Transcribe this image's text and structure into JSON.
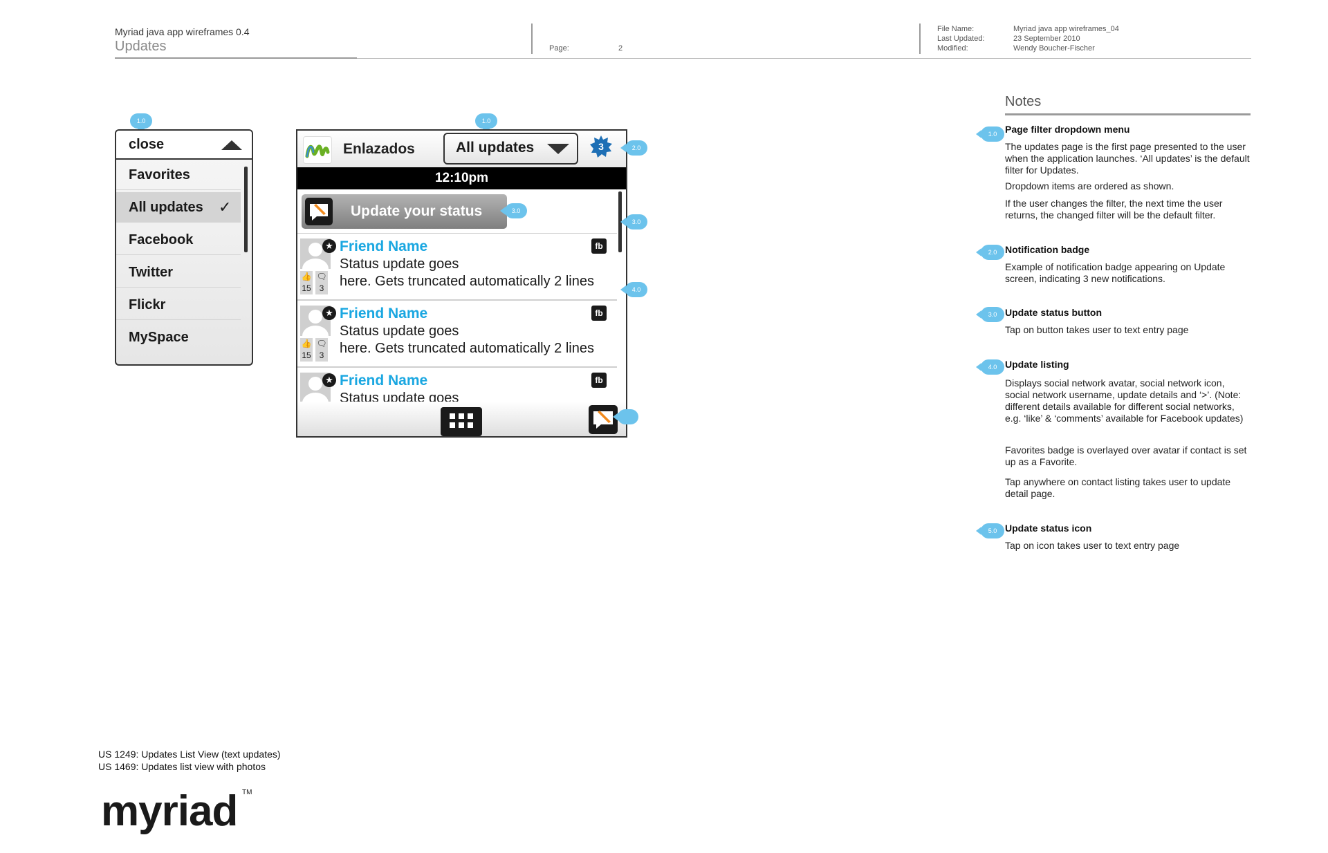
{
  "header": {
    "project": "Myriad java app wireframes 0.4",
    "section": "Updates",
    "page_label": "Page:",
    "page_number": "2",
    "file_name_label": "File Name:",
    "file_name": "Myriad java app wireframes_04",
    "last_updated_label": "Last Updated:",
    "last_updated": "23 September 2010",
    "modified_label": "Modified:",
    "modified": "Wendy Boucher-Fischer"
  },
  "markers": {
    "m1": "1.0",
    "m2": "2.0",
    "m3": "3.0",
    "m4": "4.0",
    "m5": "5.0"
  },
  "dropdown": {
    "close_label": "close",
    "items": [
      {
        "label": "Favorites"
      },
      {
        "label": "All updates",
        "selected": true
      },
      {
        "label": "Facebook"
      },
      {
        "label": "Twitter"
      },
      {
        "label": "Flickr"
      },
      {
        "label": "MySpace"
      }
    ],
    "check": "✓"
  },
  "phone": {
    "app_name": "Enlazados",
    "filter_value": "All updates",
    "badge_count": "3",
    "time": "12:10pm",
    "status_button": "Update your status",
    "updates": [
      {
        "name": "Friend Name",
        "line1": "Status update goes",
        "line2": "here. Gets truncated automatically 2 lines",
        "likes": "15",
        "comments": "3",
        "network": "fb"
      },
      {
        "name": "Friend Name",
        "line1": "Status update goes",
        "line2": "here. Gets truncated automatically 2 lines",
        "likes": "15",
        "comments": "3",
        "network": "fb"
      },
      {
        "name": "Friend Name",
        "line1": "Status update goes",
        "line2": "",
        "network": "fb"
      }
    ]
  },
  "notes": {
    "title": "Notes",
    "items": [
      {
        "marker": "1.0",
        "heading": "Page filter dropdown menu",
        "paragraphs": [
          "The updates page is the first page presented to the user when the application launches. ‘All updates’ is the default filter for Updates.",
          "Dropdown items are ordered as shown.",
          "If the user changes the filter, the next time the user returns, the changed filter will be the default filter."
        ]
      },
      {
        "marker": "2.0",
        "heading": "Notification badge",
        "paragraphs": [
          "Example of notification badge appearing on Update screen, indicating 3 new notifications."
        ]
      },
      {
        "marker": "3.0",
        "heading": "Update status button",
        "paragraphs": [
          "Tap on button takes user to text entry page"
        ]
      },
      {
        "marker": "4.0",
        "heading": "Update listing",
        "paragraphs": [
          "Displays social network avatar, social network icon, social network username, update details and ‘>’. (Note: different details available for different social networks, e.g. ‘like’ & ‘comments’ available for Facebook updates)",
          "Favorites badge is overlayed over avatar if contact is set up as a Favorite.",
          "Tap anywhere on contact listing takes user to update detail page."
        ]
      },
      {
        "marker": "5.0",
        "heading": "Update status icon",
        "paragraphs": [
          "Tap on icon takes user to text entry page"
        ]
      }
    ]
  },
  "footer": {
    "us1": "US 1249: Updates List View (text updates)",
    "us2": "US 1469: Updates list view with photos",
    "logo": "myriad",
    "tm": "TM"
  },
  "colors": {
    "marker": "#6cc3ec",
    "friend_name": "#1aa7e1",
    "badge": "#1e6fb5",
    "logo_green": "#6ab023",
    "logo_blue": "#3a8fd0"
  },
  "icons": {
    "app_logo": "movistar-logo-icon",
    "badge": "starburst-badge-icon",
    "compose": "speech-bubble-pencil-icon",
    "avatar": "person-silhouette-icon",
    "favorite": "star-icon",
    "like": "thumbs-up-icon",
    "comment": "comment-icon",
    "grid": "grid-menu-icon"
  }
}
